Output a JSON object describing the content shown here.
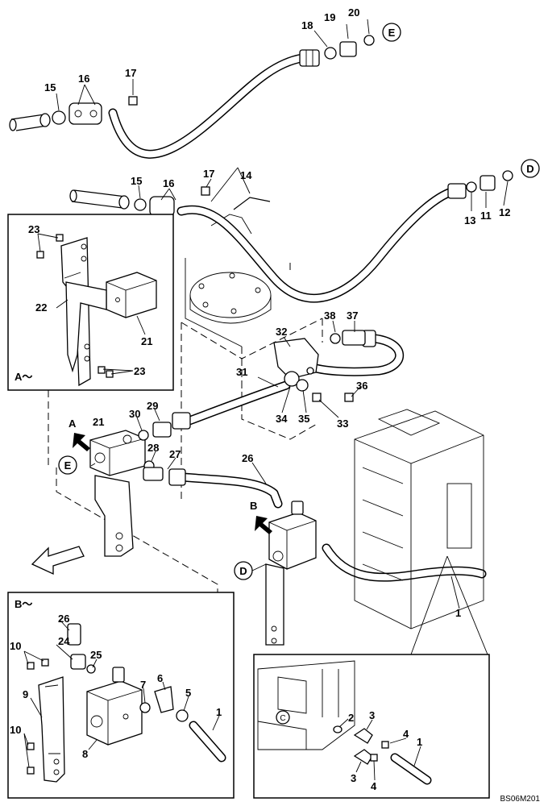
{
  "drawing_code": "BS06M201",
  "detail_views": {
    "A": {
      "title": "A～",
      "parts": [
        "23",
        "22",
        "21",
        "23"
      ]
    },
    "B": {
      "title": "B～",
      "parts": [
        "26",
        "24",
        "25",
        "10",
        "9",
        "7",
        "6",
        "5",
        "1",
        "8",
        "10"
      ]
    },
    "C": {
      "title": "C",
      "parts": [
        "2",
        "3",
        "4",
        "1",
        "3",
        "4"
      ]
    }
  },
  "view_arrows": [
    "A",
    "B"
  ],
  "connection_circles": [
    "E",
    "D",
    "E",
    "D"
  ],
  "part_labels": [
    "18",
    "19",
    "20",
    "15",
    "16",
    "17",
    "15",
    "16",
    "17",
    "14",
    "13",
    "11",
    "12",
    "38",
    "37",
    "32",
    "31",
    "36",
    "30",
    "29",
    "34",
    "35",
    "33",
    "21",
    "28",
    "27",
    "26",
    "1"
  ]
}
